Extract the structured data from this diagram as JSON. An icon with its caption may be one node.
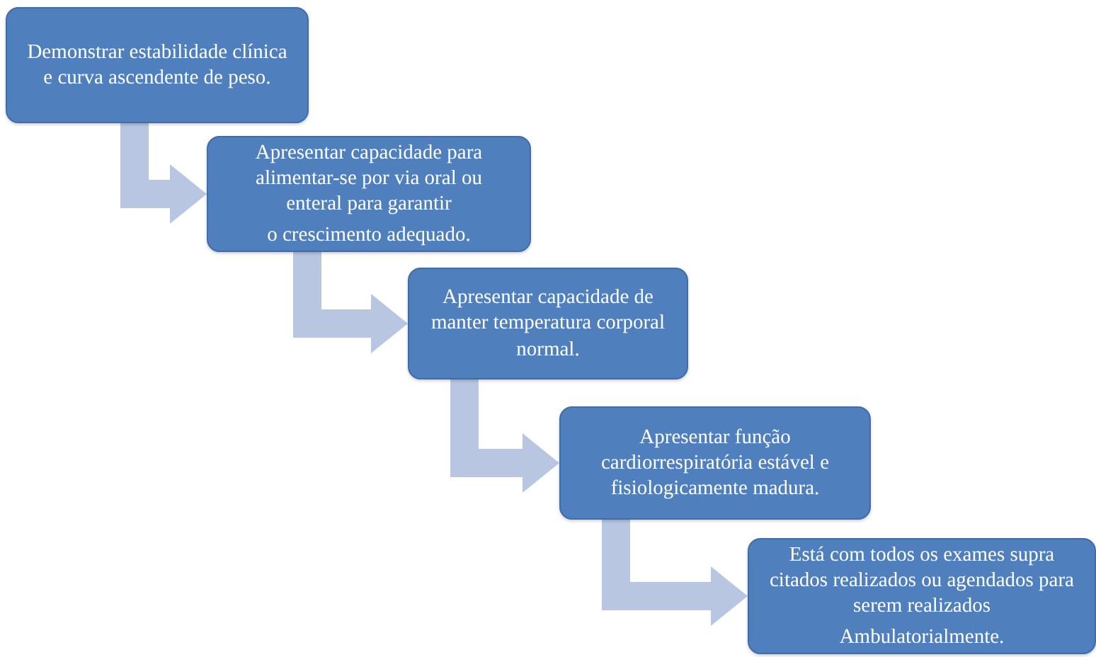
{
  "diagram": {
    "nodes": [
      {
        "text": [
          "Demonstrar estabilidade clínica e curva ascendente de peso."
        ]
      },
      {
        "text": [
          "Apresentar capacidade para alimentar-se por via oral ou enteral para garantir",
          "o crescimento adequado."
        ]
      },
      {
        "text": [
          "Apresentar capacidade de manter temperatura corporal normal."
        ]
      },
      {
        "text": [
          "Apresentar função cardiorrespiratória estável e fisiologicamente madura."
        ]
      },
      {
        "text": [
          "Está com todos os exames supra citados realizados ou agendados para serem realizados",
          "Ambulatorialmente."
        ]
      }
    ],
    "edges": [
      {
        "from": 0,
        "to": 1,
        "arrow": "to"
      },
      {
        "from": 1,
        "to": 2,
        "arrow": "to"
      },
      {
        "from": 2,
        "to": 3,
        "arrow": "to"
      },
      {
        "from": 3,
        "to": 4,
        "arrow": "to"
      }
    ]
  }
}
